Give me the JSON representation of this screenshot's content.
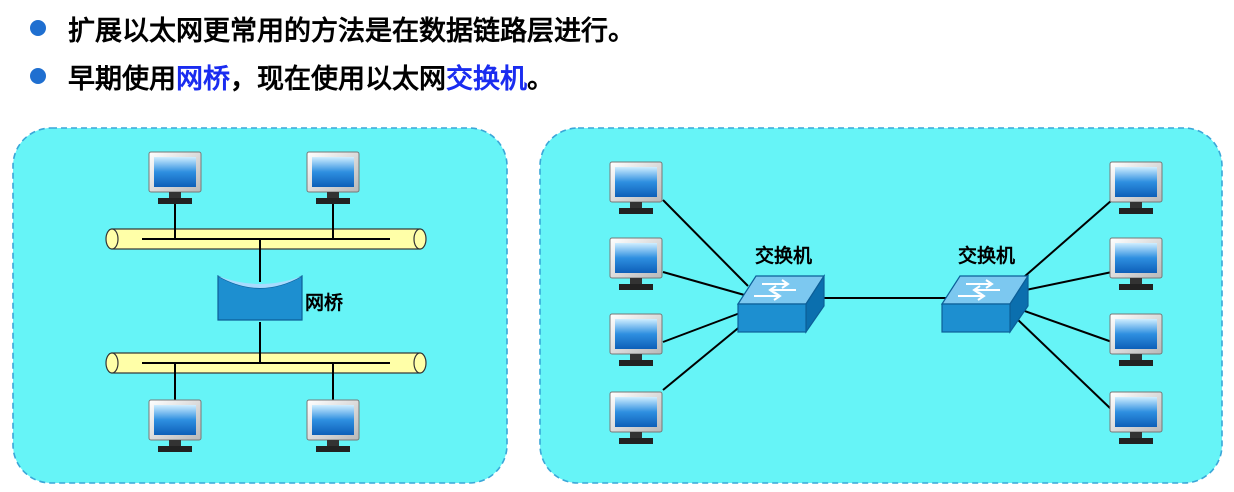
{
  "bullets": [
    {
      "text": "扩展以太网更常用的方法是在数据链路层进行。"
    },
    {
      "prefix": "早期使用",
      "highlight1": "网桥",
      "middle": "，现在使用以太网",
      "highlight2": "交换机",
      "suffix": "。"
    }
  ],
  "left_panel": {
    "bridge_label": "网桥"
  },
  "right_panel": {
    "switch_left_label": "交换机",
    "switch_right_label": "交换机"
  },
  "colors": {
    "panel_fill": "#66f4f7",
    "panel_border": "#3aa7d8",
    "bus_fill": "#ffffa8",
    "device_blue": "#1d8fd0",
    "highlight_text": "#1a2cf0",
    "bullet_dot": "#1f6fd0"
  },
  "icons": [
    "computer-icon",
    "bridge-icon",
    "switch-icon"
  ]
}
